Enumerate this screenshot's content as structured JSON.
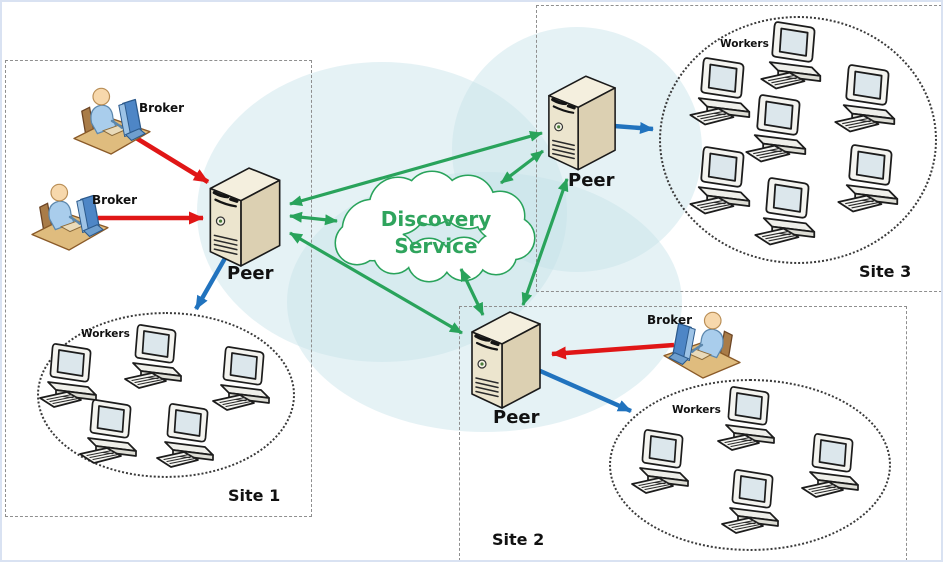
{
  "cloud": {
    "line1": "Discovery",
    "line2": "Service"
  },
  "sites": {
    "site1": {
      "label": "Site 1",
      "peer_label": "Peer",
      "workers_label": "Workers",
      "broker_top_label": "Broker",
      "broker_bottom_label": "Broker",
      "worker_count": 5
    },
    "site2": {
      "label": "Site 2",
      "peer_label": "Peer",
      "workers_label": "Workers",
      "broker_label": "Broker",
      "worker_count": 4
    },
    "site3": {
      "label": "Site 3",
      "peer_label": "Peer",
      "workers_label": "Workers",
      "worker_count": 7
    }
  },
  "colors": {
    "peer_link_green": "#29A35B",
    "broker_link_red": "#E01616",
    "worker_link_blue": "#2173BE",
    "cloud_text_green": "#2FA45D"
  }
}
